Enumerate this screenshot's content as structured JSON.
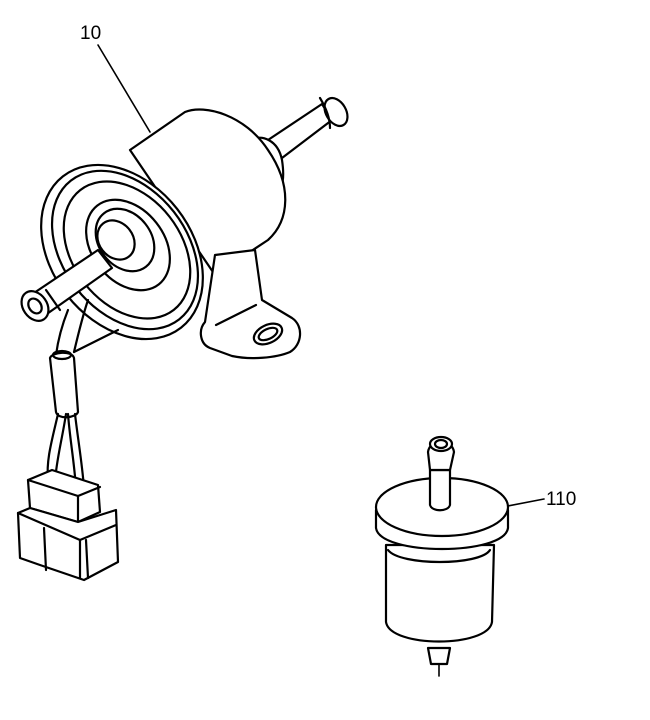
{
  "diagram": {
    "type": "exploded parts illustration",
    "background": "#ffffff",
    "line_color": "#000000",
    "parts": [
      {
        "id": "fuel-pump",
        "callout": "10",
        "description": "Electric fuel pump with mounting bracket and wire connector"
      },
      {
        "id": "fuel-filter",
        "callout": "110",
        "description": "Inline fuel filter"
      }
    ]
  },
  "callouts": {
    "pump": "10",
    "filter": "110"
  }
}
